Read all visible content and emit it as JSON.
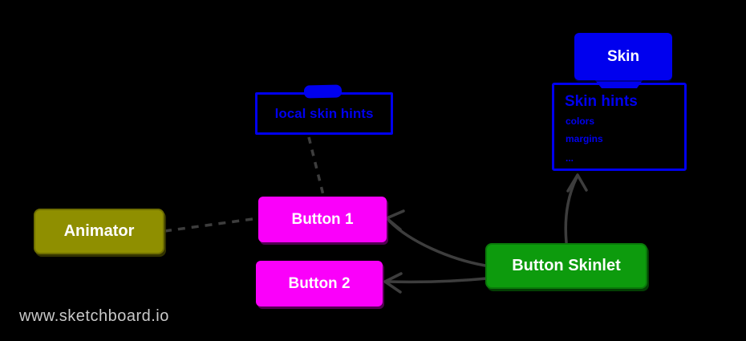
{
  "canvas": {
    "background": "#000000"
  },
  "footer": {
    "watermark": "www.sketchboard.io"
  },
  "colors": {
    "blue": "#0000ee",
    "blue_text": "#0000ee",
    "olive": "#8f8f00",
    "magenta": "#fa00fa",
    "green": "#0d9b0d",
    "connector": "#3d3d3d",
    "node_text": "#ffffff",
    "watermark": "#c9c9c9"
  },
  "nodes": {
    "skin": {
      "label": "Skin"
    },
    "skin_hints": {
      "title": "Skin hints",
      "items": [
        "colors",
        "margins",
        "..."
      ]
    },
    "local_skin_hints": {
      "label": "local skin hints"
    },
    "animator": {
      "label": "Animator"
    },
    "button1": {
      "label": "Button 1"
    },
    "button2": {
      "label": "Button 2"
    },
    "button_skinlet": {
      "label": "Button Skinlet"
    }
  },
  "connectors": [
    {
      "from": "Animator",
      "to": "Button 1",
      "style": "dashed",
      "arrow": "none"
    },
    {
      "from": "local skin hints",
      "to": "Button 1",
      "style": "dashed",
      "arrow": "none"
    },
    {
      "from": "Button Skinlet",
      "to": "Button 1",
      "style": "solid",
      "arrow": "open"
    },
    {
      "from": "Button Skinlet",
      "to": "Button 2",
      "style": "solid",
      "arrow": "open"
    },
    {
      "from": "Button Skinlet",
      "to": "Skin hints",
      "style": "solid",
      "arrow": "open"
    },
    {
      "from": "Skin",
      "to": "Skin hints",
      "style": "attached"
    }
  ]
}
